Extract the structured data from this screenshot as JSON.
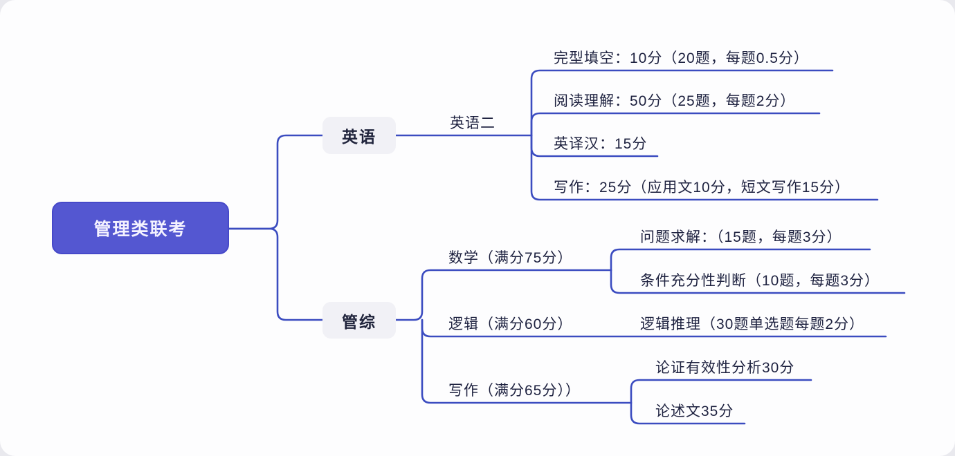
{
  "colors": {
    "canvas_bg": "#e9e9ee",
    "card_bg": "#fdfdfe",
    "line": "#3b4cc0",
    "root_fill": "#5457d1",
    "root_text": "#f4f2ff",
    "node_fill": "#f1f1f6",
    "label_text": "#1e2240"
  },
  "mindmap": {
    "root": {
      "label": "管理类联考"
    },
    "english": {
      "node": "英语",
      "edge_label": "英语二",
      "leaves": [
        "完型填空：10分（20题，每题0.5分）",
        "阅读理解：50分（25题，每题2分）",
        "英译汉：15分",
        "写作：25分（应用文10分，短文写作15分）"
      ]
    },
    "guanzong": {
      "node": "管综",
      "children": [
        {
          "label": "数学（满分75分）",
          "leaves": [
            "问题求解：（15题，每题3分）",
            "条件充分性判断（10题，每题3分）"
          ]
        },
        {
          "label": "逻辑（满分60分）",
          "leaves": [
            "逻辑推理（30题单选题每题2分）"
          ]
        },
        {
          "label": "写作（满分65分））",
          "leaves": [
            "论证有效性分析30分",
            "论述文35分"
          ]
        }
      ]
    }
  }
}
